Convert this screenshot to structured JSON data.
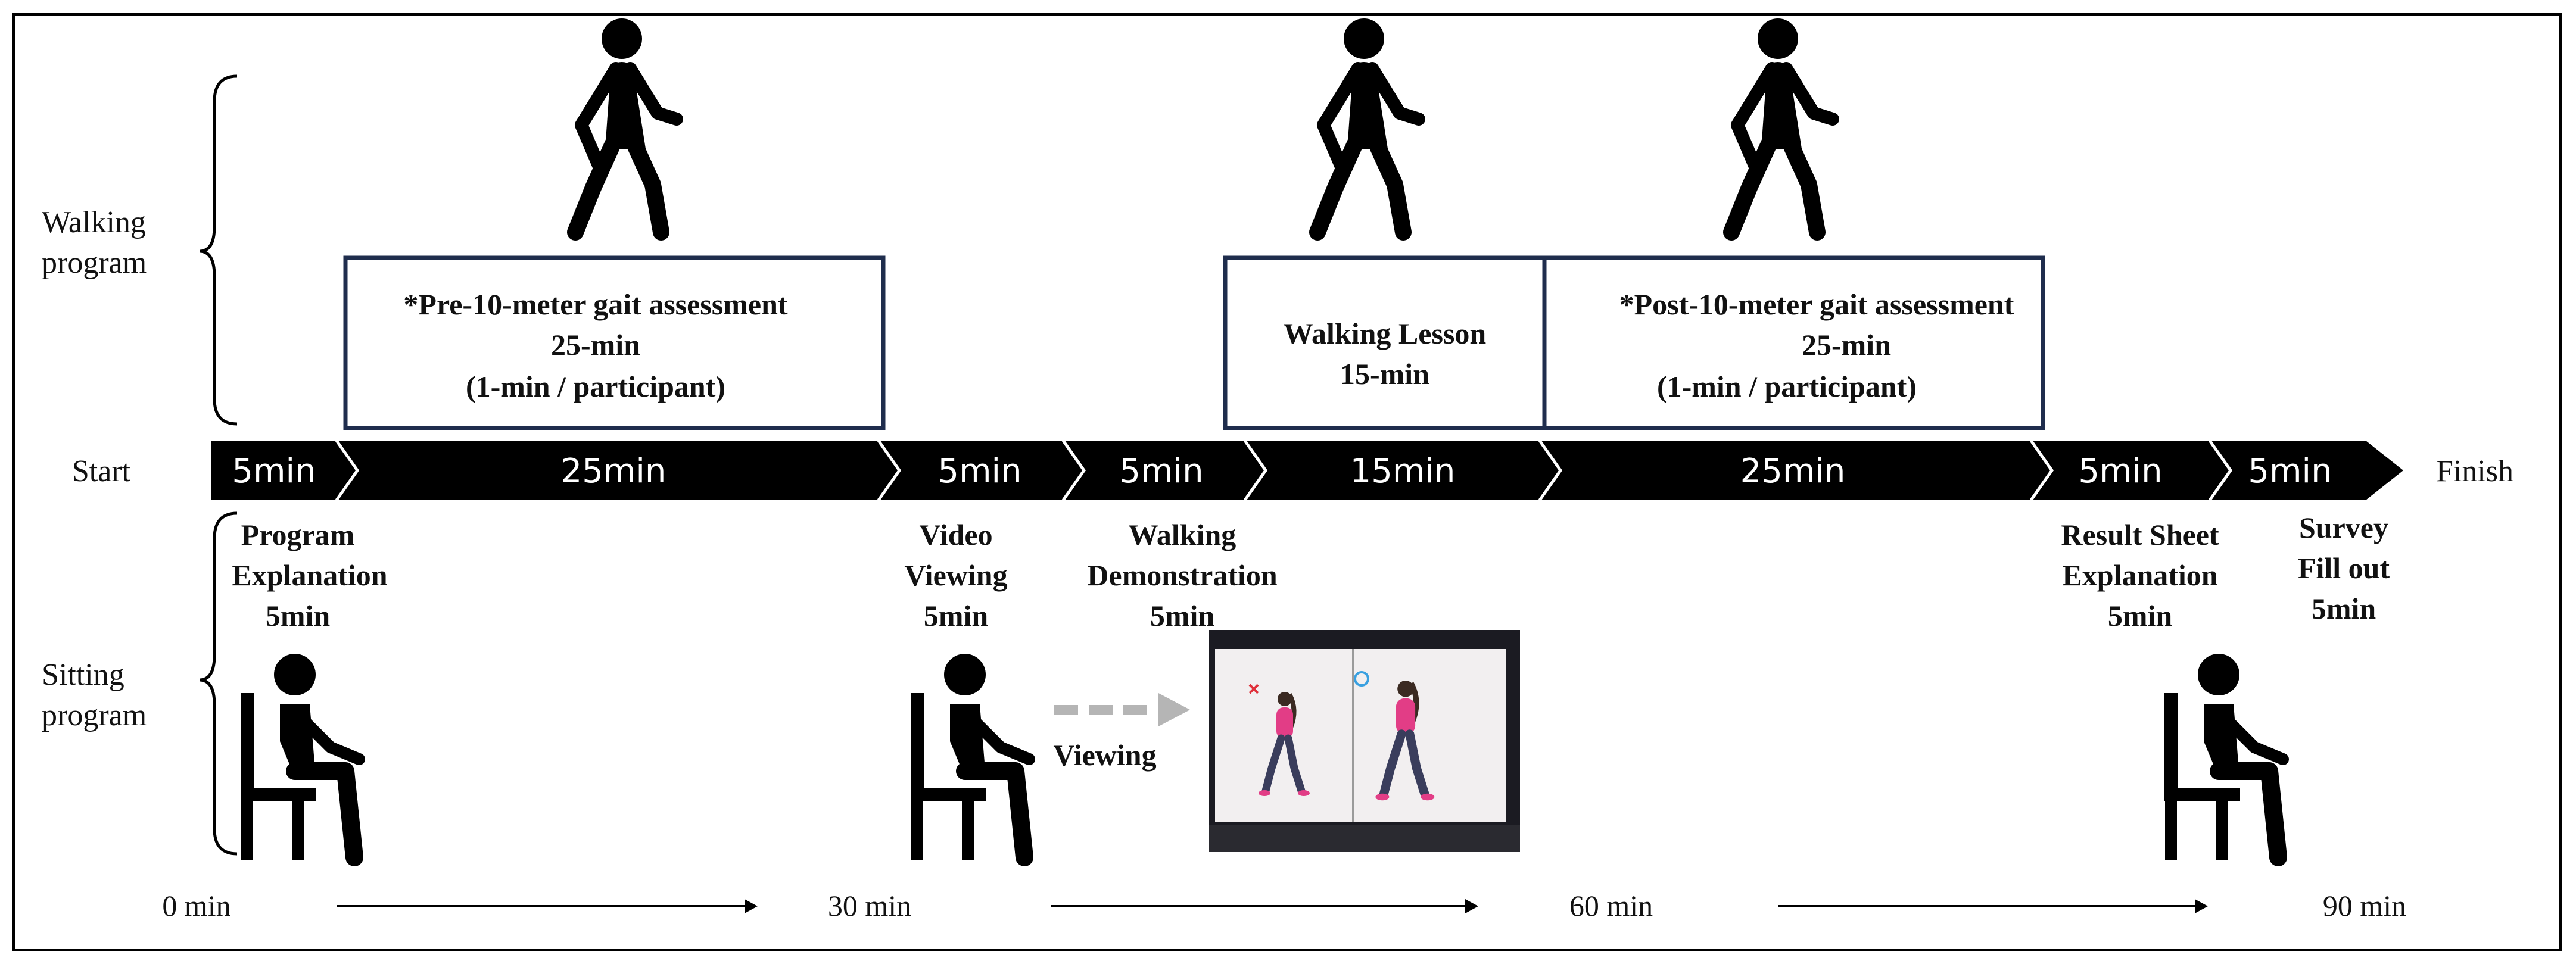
{
  "rows": {
    "walking": [
      "Walking",
      "program"
    ],
    "sitting": [
      "Sitting",
      "program"
    ]
  },
  "timeline": {
    "start": "Start",
    "finish": "Finish",
    "segments": [
      "5min",
      "25min",
      "5min",
      "5min",
      "15min",
      "25min",
      "5min",
      "5min"
    ]
  },
  "walking_boxes": [
    {
      "lines": [
        "*Pre-10-meter gait assessment",
        "25-min",
        "(1-min / participant)"
      ]
    },
    {
      "lines": [
        "Walking Lesson",
        "15-min"
      ]
    },
    {
      "lines": [
        "*Post-10-meter gait assessment",
        "25-min",
        "(1-min / participant)"
      ]
    }
  ],
  "sitting_activities": [
    {
      "lines": [
        "Program",
        "Explanation",
        "5min"
      ]
    },
    {
      "lines": [
        "Video",
        "Viewing",
        "5min"
      ]
    },
    {
      "lines": [
        "Walking",
        "Demonstration",
        "5min"
      ]
    },
    {
      "lines": [
        "Result Sheet",
        "Explanation",
        "5min"
      ]
    },
    {
      "lines": [
        "Survey",
        "Fill out",
        "5min"
      ]
    }
  ],
  "viewing_label": "Viewing",
  "time_markers": [
    "0 min",
    "30 min",
    "60 min",
    "90 min"
  ],
  "colors": {
    "box_border": "#1f2d4d",
    "timeline": "#000000",
    "dashed_arrow": "#b5b5b5",
    "photo_bg": "#1b1b22",
    "figure_shirt": "#e23d86"
  },
  "icons": [
    "walking-person-icon",
    "sitting-person-icon",
    "demonstration-photo",
    "x-mark-icon",
    "o-mark-icon"
  ]
}
